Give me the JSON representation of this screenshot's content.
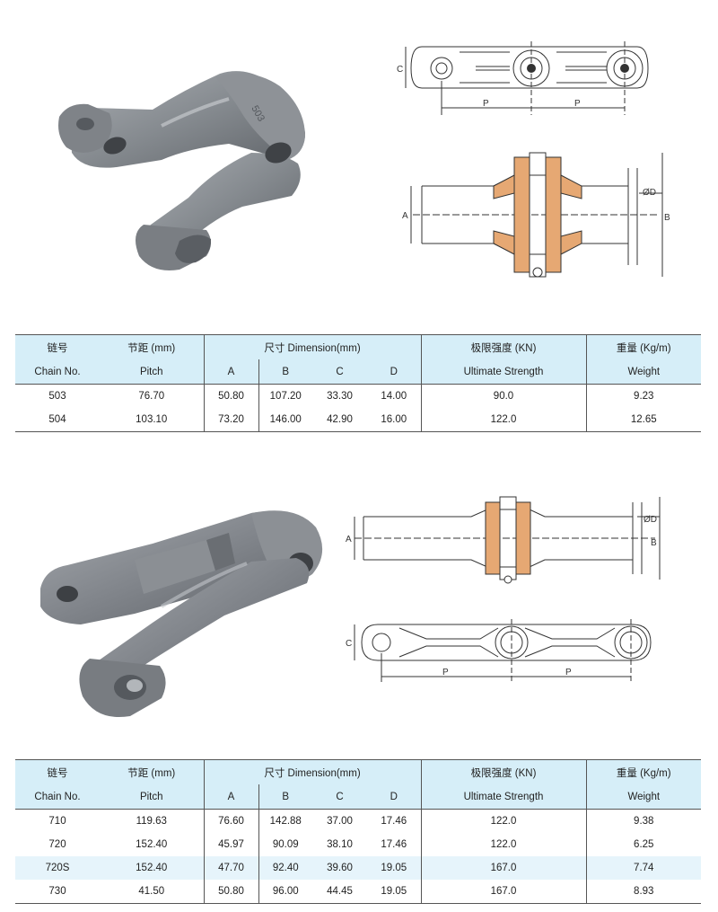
{
  "dimension_letters": {
    "a": "A",
    "b": "B",
    "c": "C",
    "d": "ØD",
    "p": "P"
  },
  "part_marking": "503",
  "table_headers": {
    "chain_cn": "链号",
    "chain_en": "Chain No.",
    "pitch_cn": "节距 (mm)",
    "pitch_en": "Pitch",
    "dimension": "尺寸 Dimension(mm)",
    "col_a": "A",
    "col_b": "B",
    "col_c": "C",
    "col_d": "D",
    "strength_cn": "极限强度 (KN)",
    "strength_en": "Ultimate Strength",
    "weight_cn_1": "重量 (Kg/m)",
    "weight_cn_2": "重量 (Kg/m)",
    "weight_en": "Weight"
  },
  "table1": [
    {
      "chain": "503",
      "pitch": "76.70",
      "a": "50.80",
      "b": "107.20",
      "c": "33.30",
      "d": "14.00",
      "strength": "90.0",
      "weight": "9.23"
    },
    {
      "chain": "504",
      "pitch": "103.10",
      "a": "73.20",
      "b": "146.00",
      "c": "42.90",
      "d": "16.00",
      "strength": "122.0",
      "weight": "12.65"
    }
  ],
  "table2": [
    {
      "chain": "710",
      "pitch": "119.63",
      "a": "76.60",
      "b": "142.88",
      "c": "37.00",
      "d": "17.46",
      "strength": "122.0",
      "weight": "9.38"
    },
    {
      "chain": "720",
      "pitch": "152.40",
      "a": "45.97",
      "b": "90.09",
      "c": "38.10",
      "d": "17.46",
      "strength": "122.0",
      "weight": "6.25"
    },
    {
      "chain": "720S",
      "pitch": "152.40",
      "a": "47.70",
      "b": "92.40",
      "c": "39.60",
      "d": "19.05",
      "strength": "167.0",
      "weight": "7.74"
    },
    {
      "chain": "730",
      "pitch": "41.50",
      "a": "50.80",
      "b": "96.00",
      "c": "44.45",
      "d": "19.05",
      "strength": "167.0",
      "weight": "8.93"
    }
  ],
  "colors": {
    "header_bg": "#d6eef8",
    "alt_row_bg": "#e6f4fb",
    "metal_light": "#9a9ea3",
    "metal_mid": "#7d8186",
    "metal_dark": "#5d6166",
    "line": "#333333",
    "hatch": "#e6a873"
  }
}
